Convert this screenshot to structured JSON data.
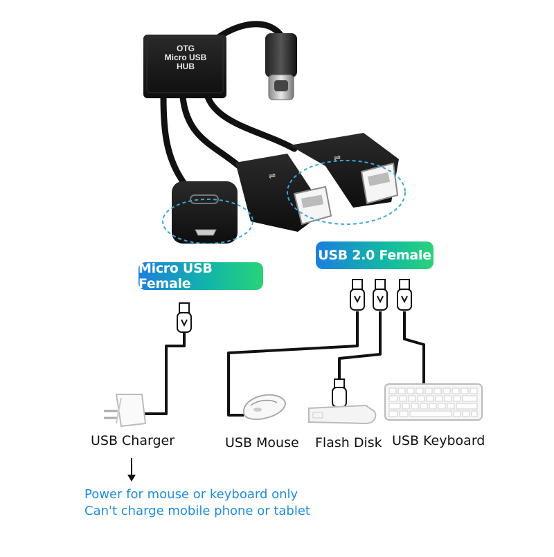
{
  "hub": {
    "line1": "OTG",
    "line2": "Micro USB",
    "line3": "HUB"
  },
  "badges": {
    "micro_usb": "Micro USB Female",
    "usb20": "USB 2.0 Female"
  },
  "devices": {
    "charger": "USB Charger",
    "mouse": "USB Mouse",
    "flash": "Flash Disk",
    "keyboard": "USB Keyboard"
  },
  "notes": {
    "line1": "Power for mouse or keyboard only",
    "line2": "Can't charge mobile phone or tablet"
  },
  "colors": {
    "badge_start": "#1a7fe0",
    "badge_end": "#2ad27a",
    "note": "#1e8de0",
    "cable": "#111111",
    "dashed_ellipse": "#3aa6d8"
  },
  "icons": [
    "usb-plug-icon",
    "wall-charger-icon",
    "mouse-icon",
    "flash-disk-icon",
    "keyboard-icon",
    "arrow-down-icon"
  ]
}
